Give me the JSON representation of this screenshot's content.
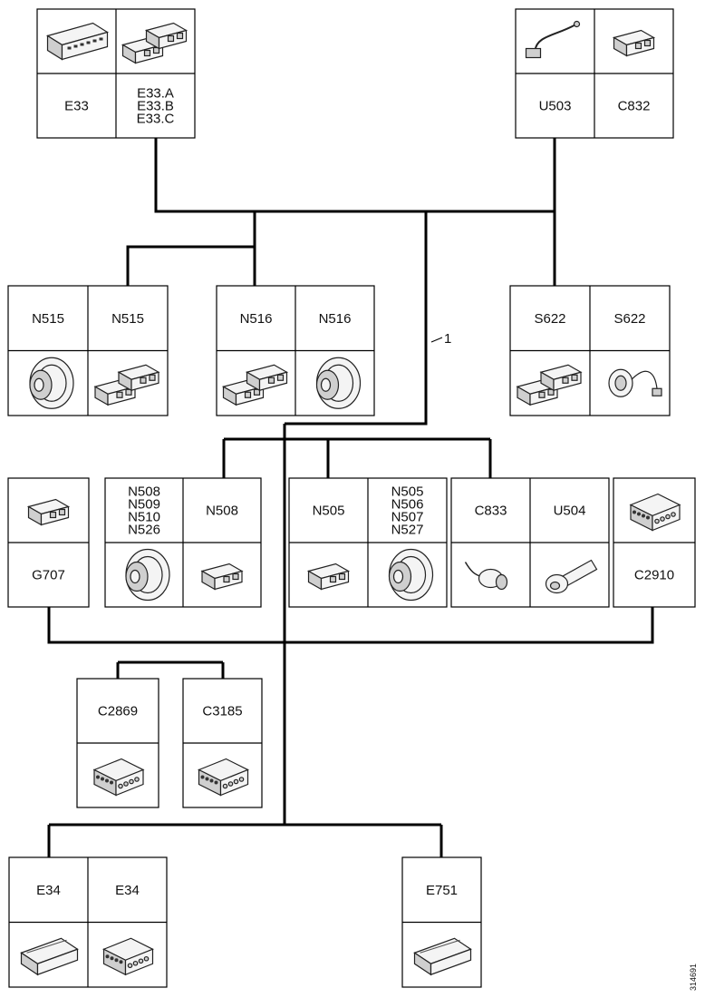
{
  "modules": [
    {
      "id": "top-left",
      "cells": [
        {
          "text": "E33",
          "icon": "radio-unit-icon"
        },
        {
          "text": "E33.A\nE33.B\nE33.C",
          "icon": "connector-pair-icon"
        }
      ]
    },
    {
      "id": "top-right",
      "cells": [
        {
          "text": "U503",
          "icon": "antenna-cable-icon"
        },
        {
          "text": "C832",
          "icon": "connector-icon"
        }
      ]
    },
    {
      "id": "row2-a",
      "cells": [
        {
          "text": "N515",
          "icon": "speaker-icon"
        },
        {
          "text": "N515",
          "icon": "connector-pair-icon"
        }
      ]
    },
    {
      "id": "row2-b",
      "cells": [
        {
          "text": "N516",
          "icon": "connector-pair-icon"
        },
        {
          "text": "N516",
          "icon": "speaker-icon"
        }
      ]
    },
    {
      "id": "row2-c",
      "cells": [
        {
          "text": "S622",
          "icon": "connector-pair-icon"
        },
        {
          "text": "S622",
          "icon": "tweeter-icon"
        }
      ]
    },
    {
      "id": "row3-a",
      "cells": [
        {
          "text": "G707",
          "icon": "connector-icon"
        }
      ]
    },
    {
      "id": "row3-b",
      "cells": [
        {
          "text": "N508\nN509\nN510\nN526",
          "icon": "speaker-icon"
        },
        {
          "text": "N508",
          "icon": "connector-icon"
        }
      ]
    },
    {
      "id": "row3-c",
      "cells": [
        {
          "text": "N505",
          "icon": "connector-icon"
        },
        {
          "text": "N505\nN506\nN507\nN527",
          "icon": "speaker-icon"
        }
      ]
    },
    {
      "id": "row3-d",
      "cells": [
        {
          "text": "C833",
          "icon": "plug-cable-icon"
        },
        {
          "text": "U504",
          "icon": "antenna-plug-icon"
        }
      ]
    },
    {
      "id": "row3-e",
      "cells": [
        {
          "text": "C2910",
          "icon": "multi-connector-icon"
        }
      ]
    },
    {
      "id": "row4-a",
      "cells": [
        {
          "text": "C2869",
          "icon": "multi-connector-icon"
        }
      ]
    },
    {
      "id": "row4-b",
      "cells": [
        {
          "text": "C3185",
          "icon": "multi-connector-icon"
        }
      ]
    },
    {
      "id": "row5-a",
      "cells": [
        {
          "text": "E34",
          "icon": "amplifier-icon"
        },
        {
          "text": "E34",
          "icon": "multi-connector-icon"
        }
      ]
    },
    {
      "id": "row5-b",
      "cells": [
        {
          "text": "E751",
          "icon": "amplifier-icon"
        }
      ]
    }
  ],
  "callout": "1",
  "reference_code": "314691"
}
